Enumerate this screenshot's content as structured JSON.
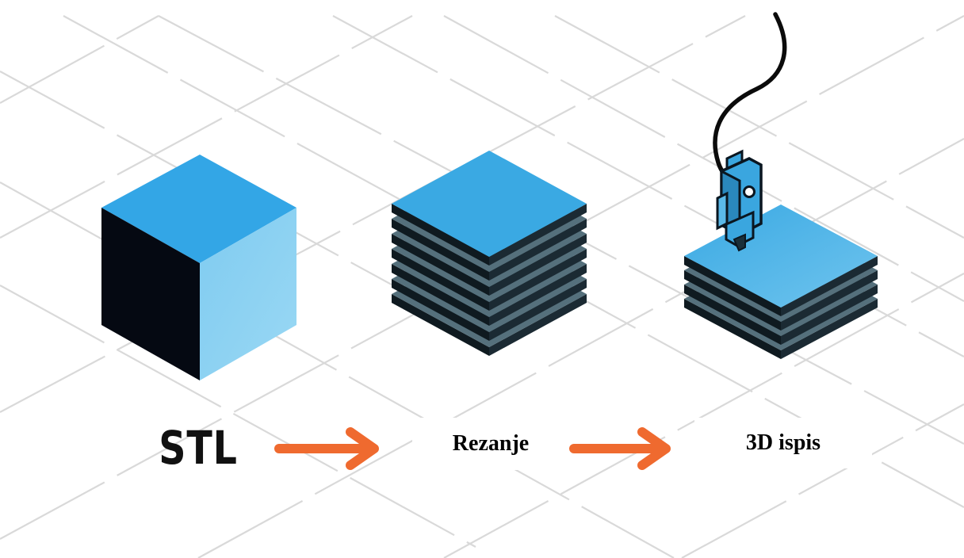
{
  "steps": [
    {
      "label": "STL"
    },
    {
      "label": "Rezanje"
    },
    {
      "label": "3D ispis"
    }
  ],
  "colors": {
    "cube_top": "#33a6e6",
    "cube_right": "#8fd1f2",
    "cube_left": "#060a14",
    "layer_top": "#3aa9e3",
    "layer_side": "#1b2a33",
    "layer_edge": "#4f6a75",
    "arrow": "#ef6a2f",
    "grid": "#dadada"
  },
  "icons": [
    "cube-icon",
    "sliced-layers-icon",
    "printer-nozzle-icon",
    "arrow-right-icon"
  ]
}
